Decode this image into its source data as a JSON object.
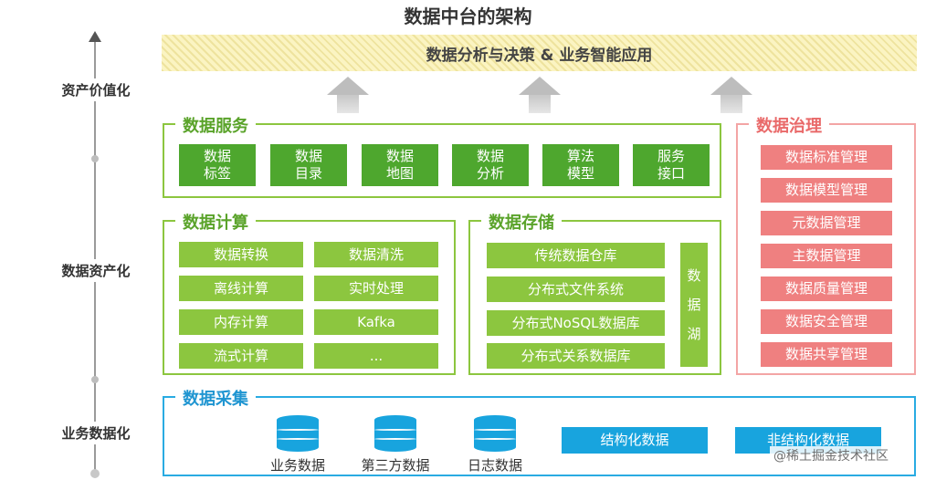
{
  "title": "数据中台的架构",
  "axis": {
    "labels": [
      "资产价值化",
      "数据资产化",
      "业务数据化"
    ]
  },
  "app_layer": {
    "label": "数据分析与决策 & 业务智能应用"
  },
  "data_service": {
    "title": "数据服务",
    "items": [
      {
        "line1": "数据",
        "line2": "标签"
      },
      {
        "line1": "数据",
        "line2": "目录"
      },
      {
        "line1": "数据",
        "line2": "地图"
      },
      {
        "line1": "数据",
        "line2": "分析"
      },
      {
        "line1": "算法",
        "line2": "模型"
      },
      {
        "line1": "服务",
        "line2": "接口"
      }
    ]
  },
  "data_compute": {
    "title": "数据计算",
    "items": [
      "数据转换",
      "数据清洗",
      "离线计算",
      "实时处理",
      "内存计算",
      "Kafka",
      "流式计算",
      "..."
    ]
  },
  "data_storage": {
    "title": "数据存储",
    "items": [
      "传统数据仓库",
      "分布式文件系统",
      "分布式NoSQL数据库",
      "分布式关系数据库"
    ],
    "lake": [
      "数",
      "据",
      "湖"
    ]
  },
  "data_governance": {
    "title": "数据治理",
    "items": [
      "数据标准管理",
      "数据模型管理",
      "元数据管理",
      "主数据管理",
      "数据质量管理",
      "数据安全管理",
      "数据共享管理"
    ]
  },
  "data_collect": {
    "title": "数据采集",
    "sources": [
      "业务数据",
      "第三方数据",
      "日志数据"
    ],
    "types": [
      "结构化数据",
      "非结构化数据"
    ]
  },
  "watermark": "@稀土掘金技术社区",
  "colors": {
    "green_dark": "#4ea72e",
    "green_light": "#8cc63f",
    "red": "#ef8080",
    "blue": "#18a4de"
  }
}
